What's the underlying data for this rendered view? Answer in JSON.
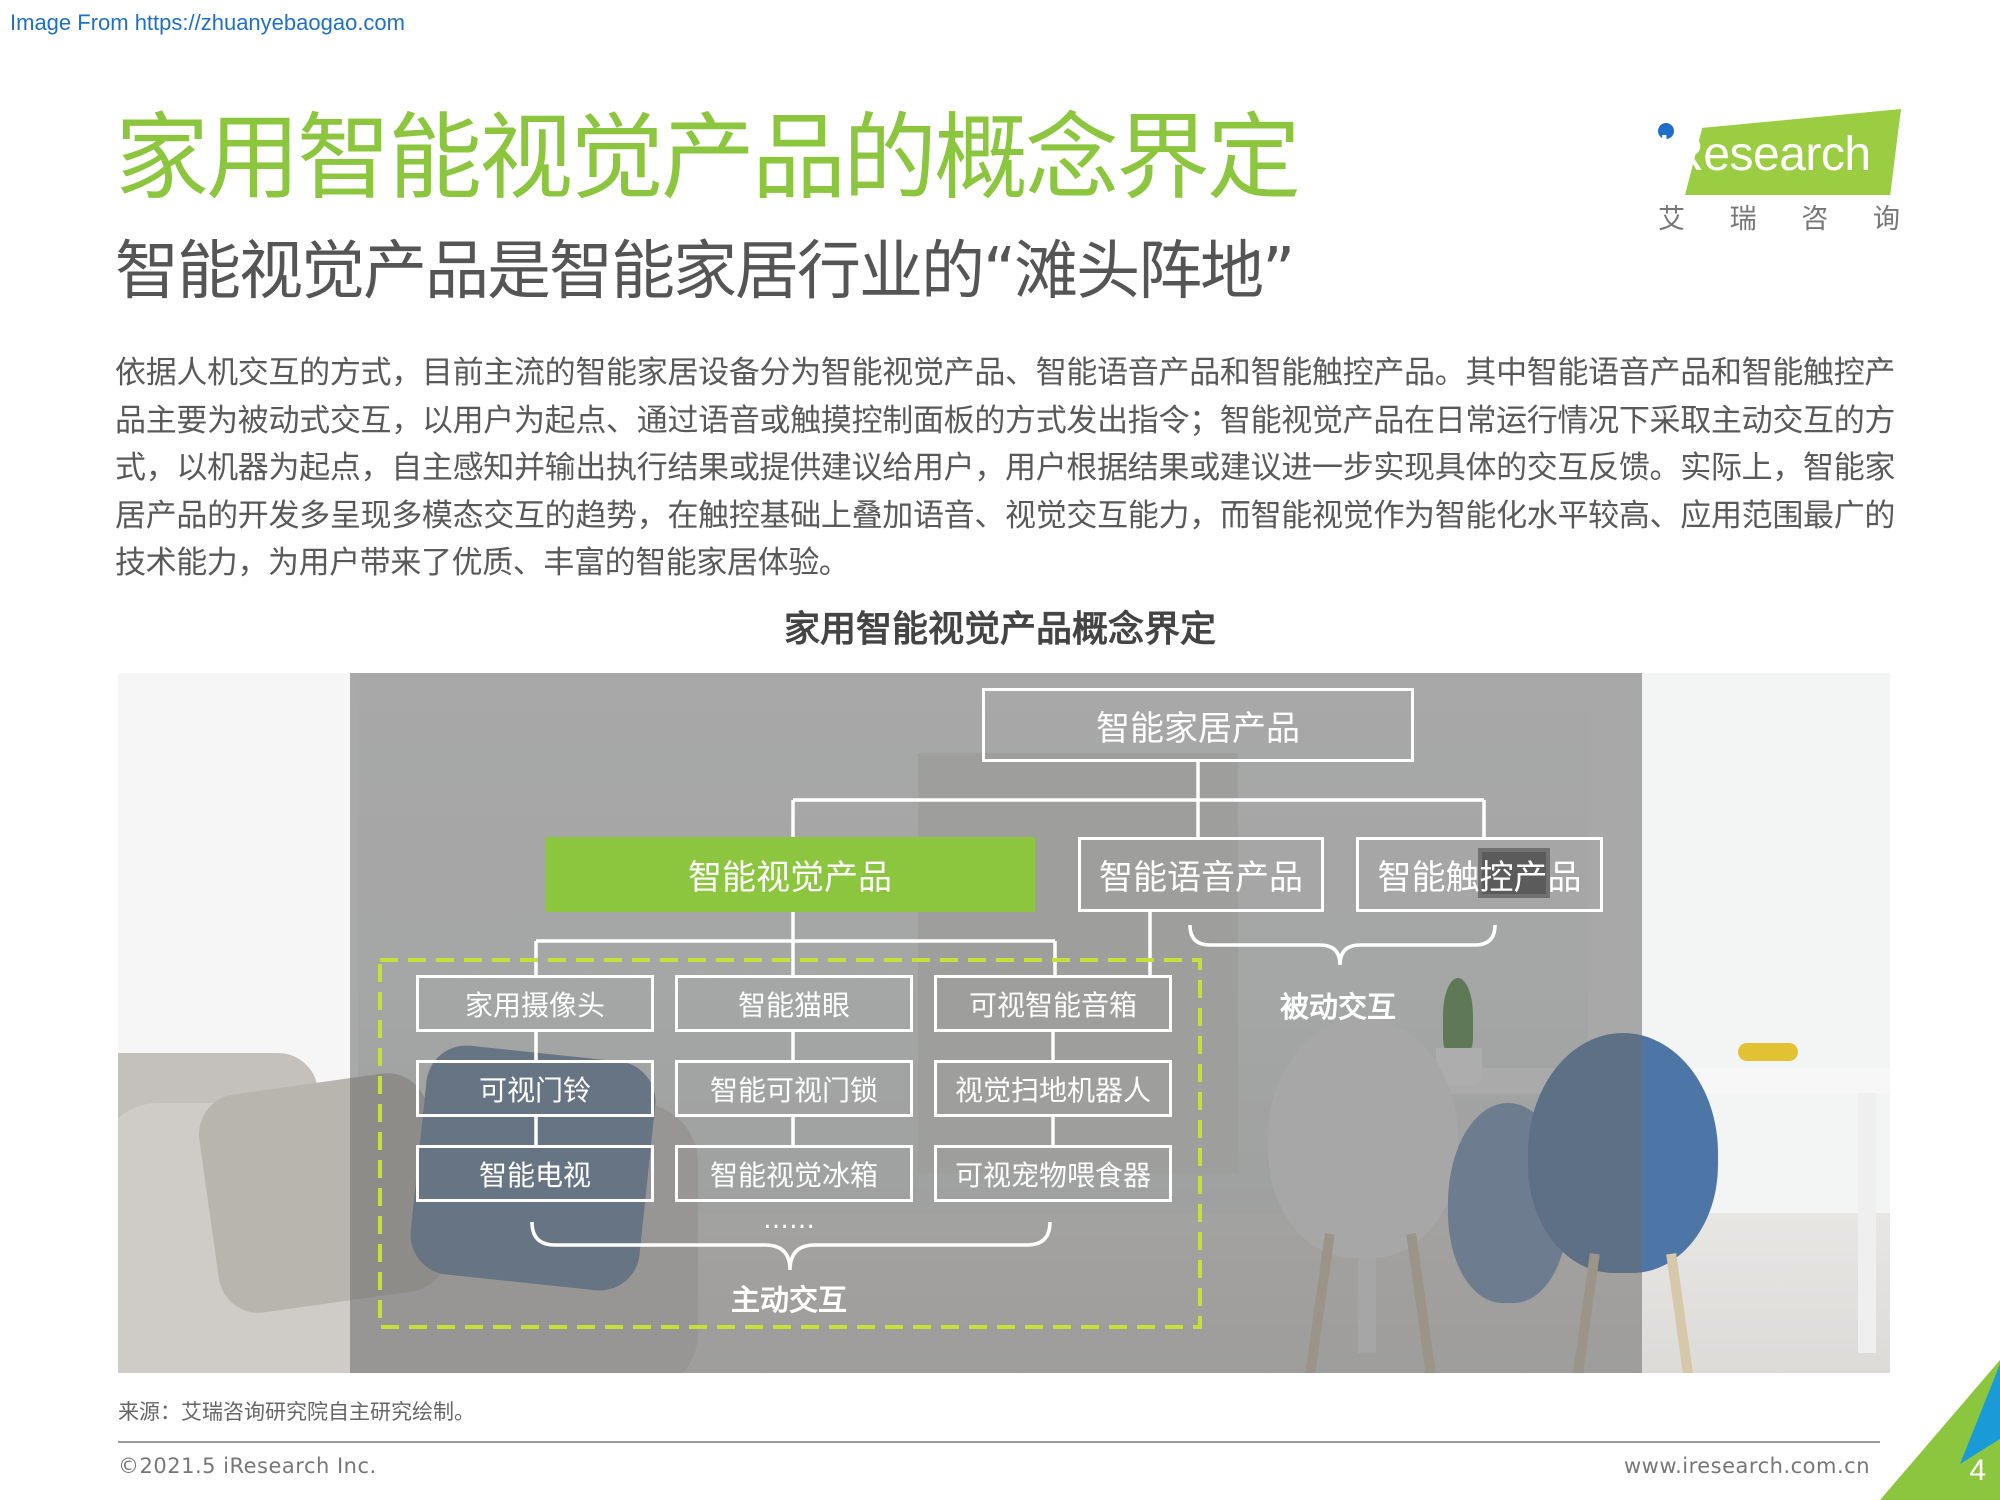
{
  "header": {
    "source_url": "Image From https://zhuanyebaogao.com",
    "title": "家用智能视觉产品的概念界定",
    "subtitle": "智能视觉产品是智能家居行业的“滩头阵地”"
  },
  "logo": {
    "wordmark": "iResearch",
    "cn_chars": [
      "艾",
      "瑞",
      "咨",
      "询"
    ],
    "brand_green": "#8cc63f",
    "brand_blue": "#1f6fc9"
  },
  "body_text": "依据人机交互的方式，目前主流的智能家居设备分为智能视觉产品、智能语音产品和智能触控产品。其中智能语音产品和智能触控产品主要为被动式交互，以用户为起点、通过语音或触摸控制面板的方式发出指令；智能视觉产品在日常运行情况下采取主动交互的方式，以机器为起点，自主感知并输出执行结果或提供建议给用户，用户根据结果或建议进一步实现具体的交互反馈。实际上，智能家居产品的开发多呈现多模态交互的趋势，在触控基础上叠加语音、视觉交互能力，而智能视觉作为智能化水平较高、应用范围最广的技术能力，为用户带来了优质、丰富的智能家居体验。",
  "figure": {
    "title": "家用智能视觉产品概念界定",
    "root": "智能家居产品",
    "categories": [
      "智能视觉产品",
      "智能语音产品",
      "智能触控产品"
    ],
    "visual_products": [
      [
        "家用摄像头",
        "智能猫眼",
        "可视智能音箱"
      ],
      [
        "可视门铃",
        "智能可视门锁",
        "视觉扫地机器人"
      ],
      [
        "智能电视",
        "智能视觉冰箱",
        "可视宠物喂食器"
      ]
    ],
    "ellipsis": "……",
    "active_label": "主动交互",
    "passive_label": "被动交互",
    "highlight_color": "#8cc63f",
    "dash_color": "#c6e03a"
  },
  "footer": {
    "source": "来源：艾瑞咨询研究院自主研究绘制。",
    "copyright": "©2021.5 iResearch Inc.",
    "website": "www.iresearch.com.cn",
    "page_number": "4"
  }
}
